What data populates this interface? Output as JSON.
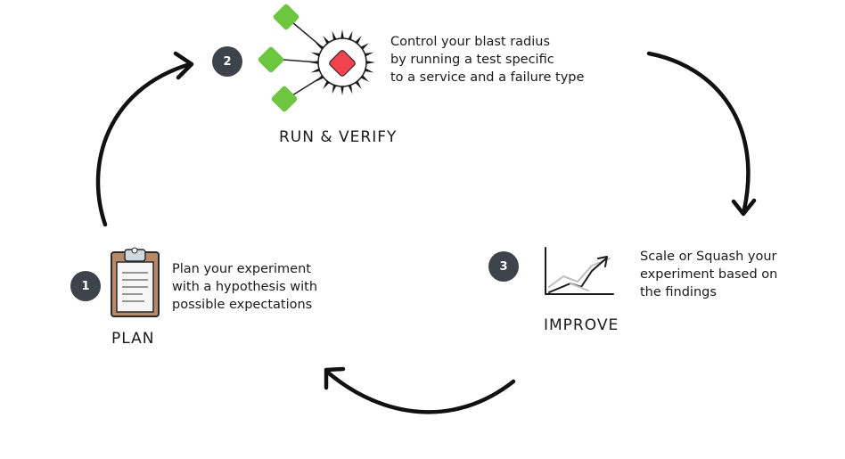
{
  "steps": [
    {
      "number": "1",
      "title": "PLAN",
      "icon": "clipboard-icon",
      "description": [
        "Plan your experiment",
        "with a hypothesis with",
        "possible expectations"
      ]
    },
    {
      "number": "2",
      "title": "RUN & VERIFY",
      "icon": "blast-radius-icon",
      "description": [
        "Control your blast radius",
        "by running a test specific",
        "to a service and a failure type"
      ]
    },
    {
      "number": "3",
      "title": "IMPROVE",
      "icon": "trend-chart-icon",
      "description": [
        "Scale or Squash your",
        "experiment based on",
        "the findings"
      ]
    }
  ],
  "colors": {
    "badge": "#3d434b",
    "node_green": "#6cc63f",
    "node_red": "#f0434f",
    "clipboard_board": "#b98a6a",
    "arrow": "#111111"
  }
}
